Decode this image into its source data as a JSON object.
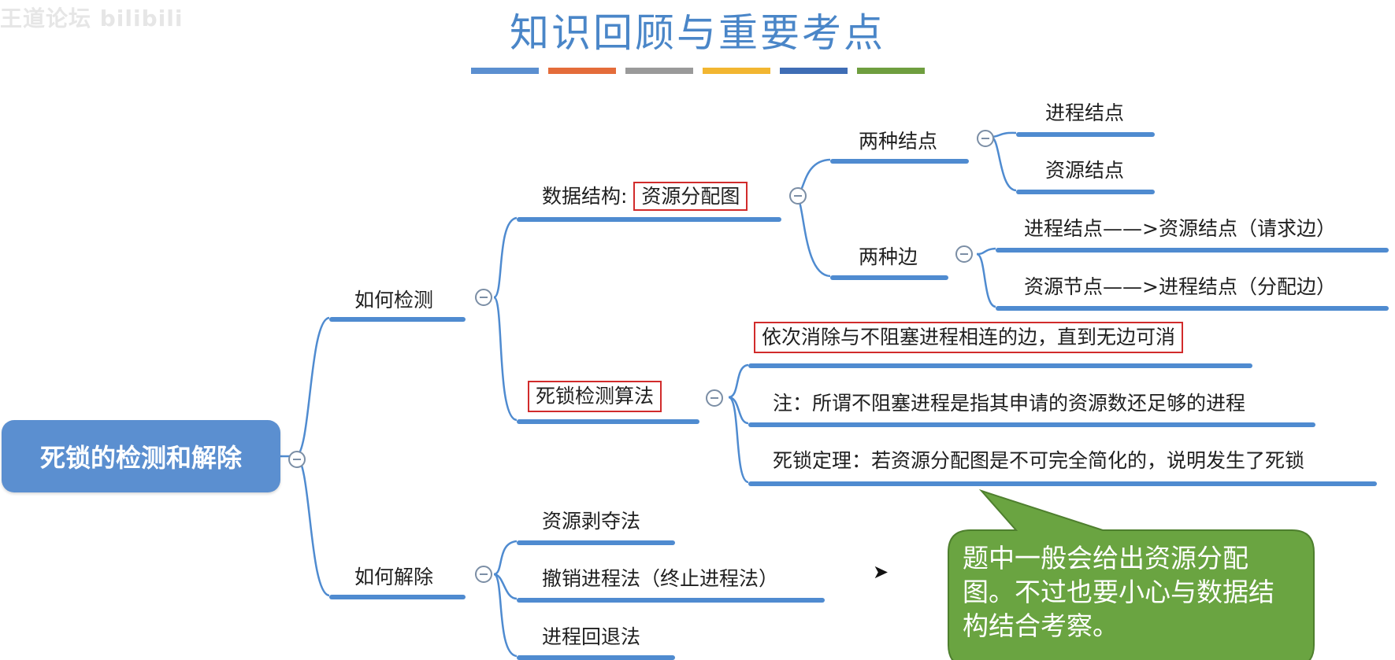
{
  "watermark": "王道论坛 bilibili",
  "title": "知识回顾与重要考点",
  "colors": {
    "accent_bars": [
      "#5b8fd0",
      "#e46c3a",
      "#9a9a9a",
      "#f2b631",
      "#3f6db5",
      "#6f9e3f"
    ],
    "branch_line": "#4f8bd0",
    "root_fill": "#5b8fd0",
    "highlight_box": "#d12b2b",
    "callout_fill": "#6aa441"
  },
  "root": {
    "label": "死锁的检测和解除"
  },
  "detect": {
    "label": "如何检测",
    "data_structure": {
      "prefix": "数据结构:",
      "boxed": "资源分配图"
    },
    "two_nodes": {
      "label": "两种结点",
      "items": [
        "进程结点",
        "资源结点"
      ]
    },
    "two_edges": {
      "label": "两种边",
      "items": [
        "进程结点——>资源结点（请求边）",
        "资源节点——>进程结点（分配边）"
      ]
    },
    "algorithm": {
      "label": "死锁检测算法",
      "items": [
        "依次消除与不阻塞进程相连的边，直到无边可消",
        "注：所谓不阻塞进程是指其申请的资源数还足够的进程",
        "死锁定理：若资源分配图是不可完全简化的，说明发生了死锁"
      ]
    }
  },
  "resolve": {
    "label": "如何解除",
    "items": [
      "资源剥夺法",
      "撤销进程法（终止进程法）",
      "进程回退法"
    ]
  },
  "callout": {
    "text": "题中一般会给出资源分配图。不过也要小心与数据结构结合考察。"
  }
}
